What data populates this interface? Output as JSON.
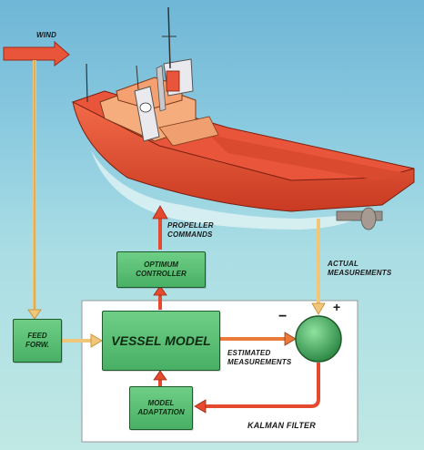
{
  "labels": {
    "wind": "WIND",
    "propeller_commands": [
      "PROPELLER",
      "COMMANDS"
    ],
    "actual_measurements": [
      "ACTUAL",
      "MEASUREMENTS"
    ],
    "estimated_measurements": [
      "ESTIMATED",
      "MEASUREMENTS"
    ],
    "kalman_filter": "KALMAN FILTER",
    "minus": "−",
    "plus": "+"
  },
  "blocks": {
    "optimum_controller": [
      "OPTIMUM",
      "CONTROLLER"
    ],
    "vessel_model": "VESSEL MODEL",
    "feed_forward": [
      "FEED",
      "FORW."
    ],
    "model_adaptation": [
      "MODEL",
      "ADAPTATION"
    ]
  },
  "colors": {
    "hull": "#e9553a",
    "deck": "#f6ad7e",
    "box_fill": "#5cc077",
    "feed_arrow": "#f0c77a",
    "control_arrow": "#e64a2e",
    "summing_node": "#3da35a"
  }
}
